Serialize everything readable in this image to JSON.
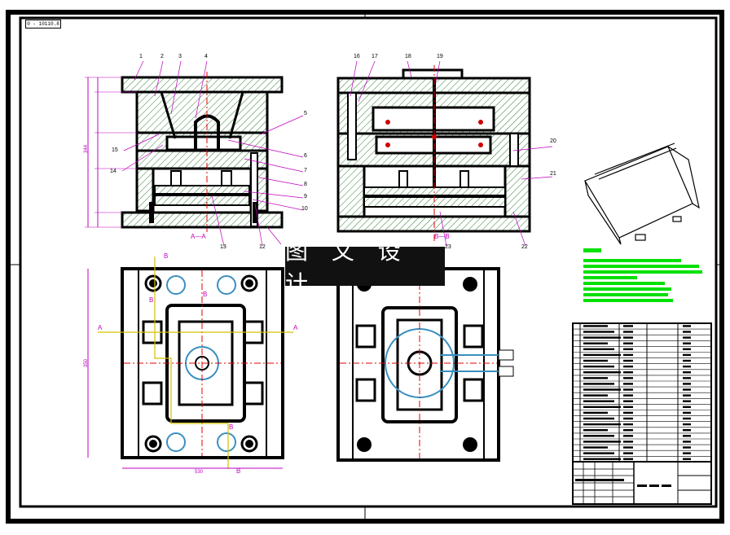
{
  "drawing": {
    "drawing_number": "0 - 10110.8",
    "banner_text": "图 文 设 计",
    "balloons": [
      "1",
      "2",
      "3",
      "4",
      "5",
      "6",
      "7",
      "8",
      "9",
      "10",
      "12",
      "13",
      "14",
      "15",
      "16",
      "17",
      "18",
      "19",
      "20",
      "21",
      "22",
      "23"
    ],
    "section_labels": {
      "aa": "A—A",
      "bb": "B—B",
      "a_marker": "A",
      "b_marker": "B"
    },
    "dimensions": {
      "overall_height": "344",
      "overall_width": "530",
      "plan_height": "350"
    }
  },
  "colors": {
    "frame": "#000000",
    "hatch": "#2e7d32",
    "dimension": "#c000c0",
    "centerline": "#e00000",
    "section_line": "#d4c000",
    "notes": "#00e000",
    "cooling": "#3a8fbf"
  }
}
